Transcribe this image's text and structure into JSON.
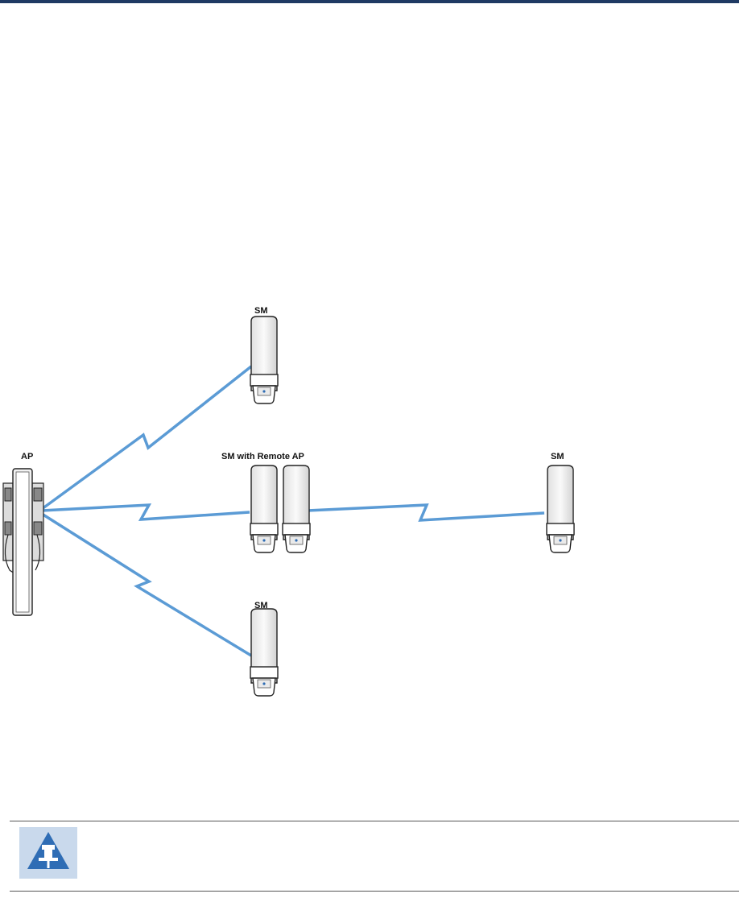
{
  "diagram": {
    "labels": {
      "ap": "AP",
      "sm_top": "SM",
      "sm_remote": "SM with Remote AP",
      "sm_right": "SM",
      "sm_bottom": "SM"
    },
    "colors": {
      "link": "#5b9bd5",
      "device_outline": "#222222",
      "device_fill": "#f4f4f4",
      "header_rule": "#1f3a63",
      "note_icon_bg": "#c9d9ec",
      "note_icon_fg": "#2f6db5"
    }
  },
  "note": {
    "icon": "pin-icon"
  }
}
